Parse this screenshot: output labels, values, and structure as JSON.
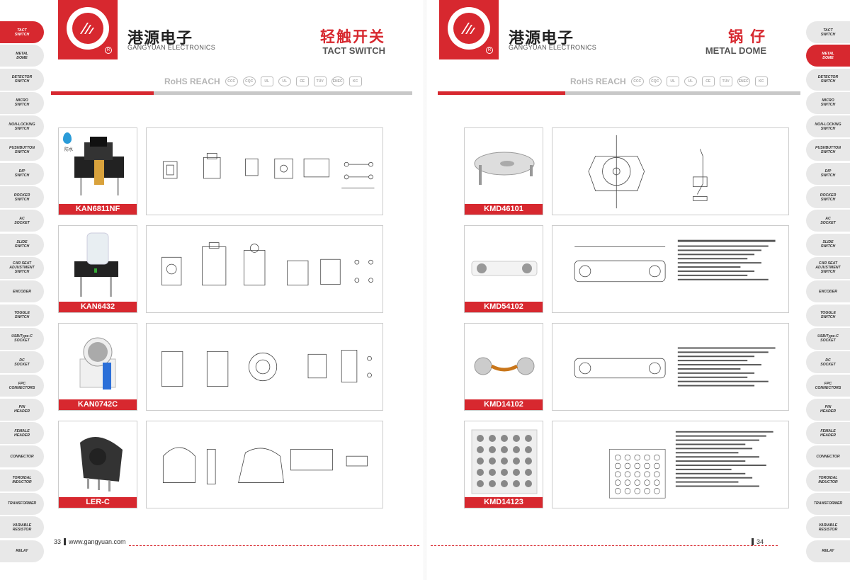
{
  "colors": {
    "accent": "#d7282f",
    "tab": "#e8e8e8"
  },
  "left_tabs": [
    {
      "label": "TACT\nSWITCH",
      "active": true
    },
    {
      "label": "METAL\nDOME"
    },
    {
      "label": "DETECTOR\nSWITCH"
    },
    {
      "label": "MICRO\nSWITCH"
    },
    {
      "label": "NON-LOCKING\nSWITCH"
    },
    {
      "label": "PUSHBUTTON\nSWITCH"
    },
    {
      "label": "DIP\nSWITCH"
    },
    {
      "label": "ROCKER\nSWITCH"
    },
    {
      "label": "AC\nSOCKET"
    },
    {
      "label": "SLIDE\nSWITCH"
    },
    {
      "label": "CAR SEAT\nADJUSTMENT\nSWITCH"
    },
    {
      "label": "ENCODER"
    },
    {
      "label": "TOGGLE\nSWITCH"
    },
    {
      "label": "USB/Type-C\nSOCKET"
    },
    {
      "label": "DC\nSOCKET"
    },
    {
      "label": "FPC\nCONNECTORS"
    },
    {
      "label": "PIN\nHEADER"
    },
    {
      "label": "FEMALE\nHEADER"
    },
    {
      "label": "CONNECTOR"
    },
    {
      "label": "TOROIDAL\nINDUCTOR"
    },
    {
      "label": "TRANSFORMER"
    },
    {
      "label": "VARIABLE\nRESISTOR"
    },
    {
      "label": "RELAY"
    }
  ],
  "right_tabs": [
    {
      "label": "TACT\nSWITCH"
    },
    {
      "label": "METAL\nDOME",
      "active": true
    },
    {
      "label": "DETECTOR\nSWITCH"
    },
    {
      "label": "MICRO\nSWITCH"
    },
    {
      "label": "NON-LOCKING\nSWITCH"
    },
    {
      "label": "PUSHBUTTON\nSWITCH"
    },
    {
      "label": "DIP\nSWITCH"
    },
    {
      "label": "ROCKER\nSWITCH"
    },
    {
      "label": "AC\nSOCKET"
    },
    {
      "label": "SLIDE\nSWITCH"
    },
    {
      "label": "CAR SEAT\nADJUSTMENT\nSWITCH"
    },
    {
      "label": "ENCODER"
    },
    {
      "label": "TOGGLE\nSWITCH"
    },
    {
      "label": "USB/Type-C\nSOCKET"
    },
    {
      "label": "DC\nSOCKET"
    },
    {
      "label": "FPC\nCONNECTORS"
    },
    {
      "label": "PIN\nHEADER"
    },
    {
      "label": "FEMALE\nHEADER"
    },
    {
      "label": "CONNECTOR"
    },
    {
      "label": "TOROIDAL\nINDUCTOR"
    },
    {
      "label": "TRANSFORMER"
    },
    {
      "label": "VARIABLE\nRESISTOR"
    },
    {
      "label": "RELAY"
    }
  ],
  "brand": {
    "cn": "港源电子",
    "en": "GANGYUAN ELECTRONICS"
  },
  "left_page": {
    "category_cn": "轻触开关",
    "category_en": "TACT SWITCH",
    "products": [
      {
        "model": "KAN6811NF",
        "waterproof": "防水"
      },
      {
        "model": "KAN6432"
      },
      {
        "model": "KAN0742C"
      },
      {
        "model": "LER-C"
      }
    ],
    "page_number": "33",
    "website": "www.gangyuan.com"
  },
  "right_page": {
    "category_cn": "锅  仔",
    "category_en": "METAL DOME",
    "products": [
      {
        "model": "KMD46101"
      },
      {
        "model": "KMD54102"
      },
      {
        "model": "KMD14102"
      },
      {
        "model": "KMD14123"
      }
    ],
    "page_number": "34"
  },
  "certifications": {
    "text": "RoHS REACH",
    "marks": [
      "CCC",
      "CQC",
      "UL",
      "UL",
      "CE",
      "TÜV",
      "ENEC",
      "KC"
    ]
  }
}
